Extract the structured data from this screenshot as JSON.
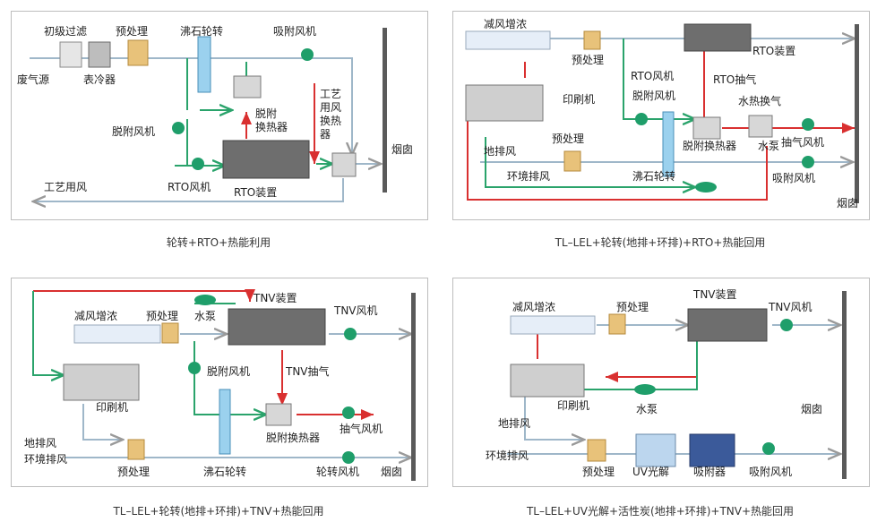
{
  "panels": [
    {
      "caption": "轮转+RTO+热能利用",
      "labels": {
        "primary_filter": "初级过滤",
        "pretreat": "预处理",
        "zeolite_wheel": "沸石轮转",
        "ads_fan": "吸附风机",
        "waste_source": "废气源",
        "surface_cooler": "表冷器",
        "desorb_hx": "脱附\n换热器",
        "process_air_hx": "工\n艺\n用风\n换热\n器",
        "desorb_fan": "脱附风机",
        "chimney": "烟囱",
        "process_air": "工艺用风",
        "rto_fan": "RTO风机",
        "rto_unit": "RTO装置"
      }
    },
    {
      "caption": "TL–LEL+轮转(地排+环排)+RTO+热能回用",
      "labels": {
        "reduce_air": "减风增浓",
        "pretreat_top": "预处理",
        "rto_unit": "RTO装置",
        "rto_fan": "RTO风机",
        "rto_exhaust": "RTO抽气",
        "desorb_fan": "脱附风机",
        "water_hx": "水热换气",
        "printer": "印刷机",
        "ground_exhaust": "地排风",
        "pretreat_mid": "预处理",
        "desorb_hx": "脱附换热器",
        "pump": "水泵",
        "exhaust_fan": "抽气风机",
        "env_exhaust": "环境排风",
        "zeolite_wheel": "沸石轮转",
        "ads_fan": "吸附风机",
        "chimney": "烟囱"
      }
    },
    {
      "caption": "TL–LEL+轮转(地排+环排)+TNV+热能回用",
      "labels": {
        "tnv_unit": "TNV装置",
        "reduce_air": "减风增浓",
        "pretreat_top": "预处理",
        "pump": "水泵",
        "tnv_fan": "TNV风机",
        "desorb_fan": "脱附风机",
        "tnv_exhaust": "TNV抽气",
        "printer": "印刷机",
        "desorb_hx": "脱附换热器",
        "exhaust_fan": "抽气风机",
        "ground_exhaust": "地排风",
        "env_exhaust": "环境排风",
        "pretreat_bottom": "预处理",
        "zeolite_wheel": "沸石轮转",
        "wheel_fan": "轮转风机",
        "chimney": "烟囱"
      }
    },
    {
      "caption": "TL–LEL+UV光解+活性炭(地排+环排)+TNV+热能回用",
      "labels": {
        "tnv_unit": "TNV装置",
        "reduce_air": "减风增浓",
        "pretreat_top": "预处理",
        "tnv_fan": "TNV风机",
        "printer": "印刷机",
        "pump": "水泵",
        "chimney": "烟囱",
        "ground_exhaust": "地排风",
        "env_exhaust": "环境排风",
        "pretreat_bottom": "预处理",
        "uv": "UV光解",
        "adsorber": "吸附器",
        "ads_fan": "吸附风机"
      }
    }
  ],
  "colors": {
    "flow_gray": "#9a9a9a",
    "flow_green": "#2aa36b",
    "flow_red": "#d93030",
    "fan_green": "#1f9e6a"
  }
}
